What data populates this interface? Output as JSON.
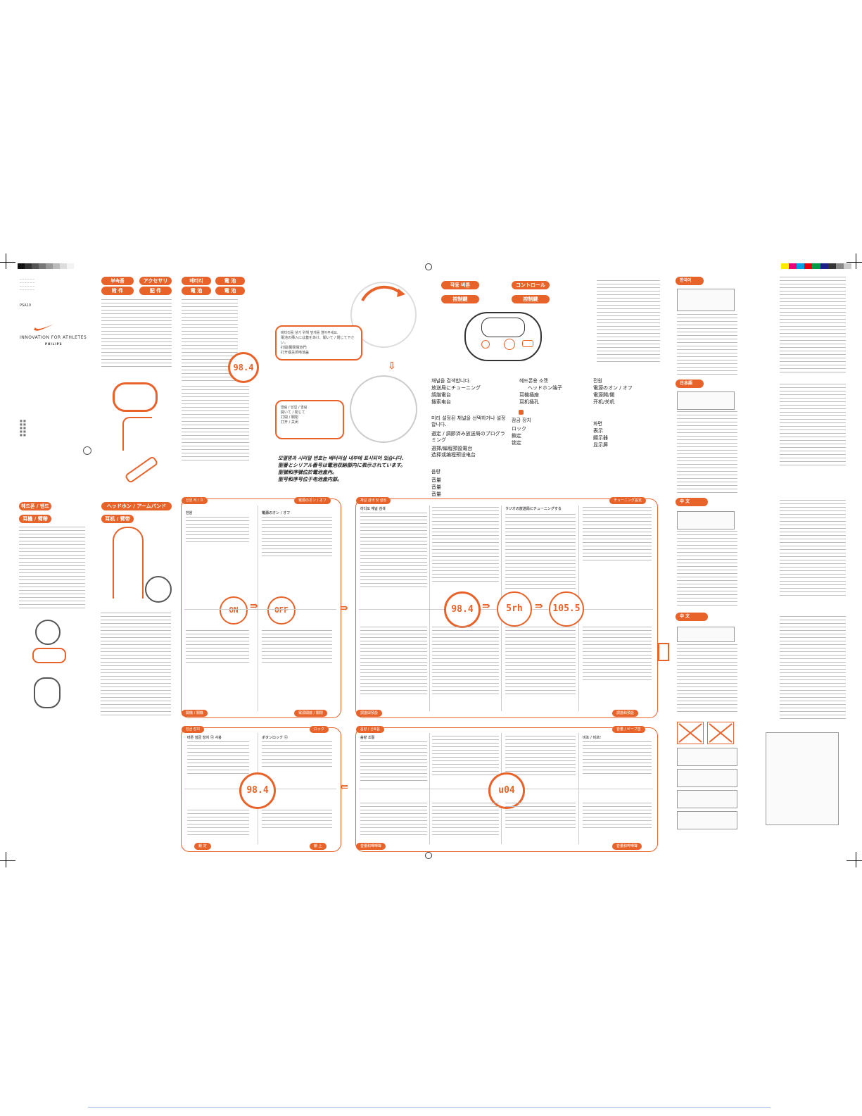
{
  "brand": {
    "model": "PSA10",
    "slogan": "INNOVATION FOR ATHLETES",
    "maker": "PHILIPS"
  },
  "top_pills": {
    "accessories_kr": "부속품",
    "accessories_jp": "アクセサリ",
    "battery_kr": "배터리",
    "battery_cn": "電 池",
    "accessories_cn": "附 件",
    "accessories_cn2": "配 件",
    "battery_kr2": "電 池",
    "battery_cn2": "電 池",
    "controls_kr": "작동 버튼",
    "controls_jp": "コントロール",
    "controls_cn": "控制鍵",
    "controls_cn2": "控制鍵"
  },
  "lcd": {
    "freq1": "98.4",
    "on": "ON",
    "off": "OFF",
    "search": "5rh",
    "freq2": "105.5",
    "vol": "u04",
    "freq_lock": "98.4",
    "freq_battery": "98.4"
  },
  "notice": {
    "line1": "모델명과 시리얼 번호는 배터리실 내부에 표시되어 있습니다.",
    "line2": "型番とシリアル番号は電池収納部内に表示されています。",
    "line3": "型號和序號位於電池盒內。",
    "line4": "型号和序号位于电池盒内部。"
  },
  "control_labels": {
    "search_kr": "채널을 검색합니다.",
    "search_jp": "放送局にチューニング",
    "search_cn": "調諧電台",
    "search_cn2": "搜索电台",
    "headphone_kr": "헤드폰용 소켓",
    "headphone_jp": "ヘッドホン端子",
    "headphone_cn": "耳機插座",
    "headphone_cn2": "耳机插孔",
    "preset_kr": "미리 설정된 채널을 선택하거나 설정합니다.",
    "preset_jp": "選定 / 調節済み放送局のプログラミング",
    "preset_cn": "選擇/編程預設電台",
    "preset_cn2": "选择或编程预设电台",
    "lock_kr": "잠금 장치",
    "lock_jp": "ロック",
    "lock_cn": "鎖定",
    "lock_cn2": "锁定",
    "power_kr": "전원",
    "power_jp": "電源のオン / オフ",
    "power_cn": "電源開/關",
    "power_cn2": "开机/关机",
    "display_kr": "화면",
    "display_jp": "表示",
    "display_cn": "顯示器",
    "display_cn2": "显示屏",
    "volume_kr": "음량",
    "volume_jp": "音量",
    "volume_cn": "音量",
    "volume_cn2": "音量"
  },
  "bubble1": [
    "배터리를 넣기 위해 덮개를 열어주세요.",
    "電池の挿入には蓋をあけ、開いて / 閉じて下さい。",
    "打開/關閉電池門",
    "打开或关闭电池盖"
  ],
  "bubble2": [
    "열림 / 닫힘 / 열림",
    "開いて / 閉じて",
    "打開 / 關閉",
    "打开 / 关闭"
  ],
  "section_tabs": {
    "headband_kr": "헤드폰 / 밴드",
    "headband_jp": "ヘッドホン / アームバンド",
    "headband_cn": "耳機 / 臂帶",
    "headband_cn2": "耳机 / 臂带",
    "power_kr": "전원 켜 / 끄",
    "power_jp": "電源のオン / オフ",
    "tune_kr": "채널 검색 및 설정",
    "tune_jp": "チューニング設定",
    "power_cn": "開機 / 關機",
    "power_cn2": "電源開啟 / 關閉",
    "tune_cn": "調諧與預設",
    "tune_cn2": "調諧和預設",
    "lock_kr": "잠금 장치",
    "lock_jp": "ロック",
    "lock_cn": "鎖 定",
    "lock_cn2": "鎖 上",
    "volume_kr": "음량 / 신호음",
    "volume_jp": "音量 / ビープ音",
    "volume_cn": "音量和嗶嗶聲",
    "volume_cn2": "音量和哔嗶聲"
  },
  "languages": {
    "korean": "한국어",
    "japanese": "日本語",
    "chinese_t": "中 文",
    "chinese_s": "中 文"
  },
  "panel_headings": {
    "power": "전원",
    "power_jp": "電源のオン / オフ",
    "search": "라디오 채널 검색",
    "tune_jp": "ラジオの放送局にチューニングする",
    "lock": "버튼 잠금 장치 ⓐ 사용",
    "lock_jp": "ボタンロック ⓐ",
    "volume": "음량 조절",
    "beep": "비프 / 비프!"
  }
}
